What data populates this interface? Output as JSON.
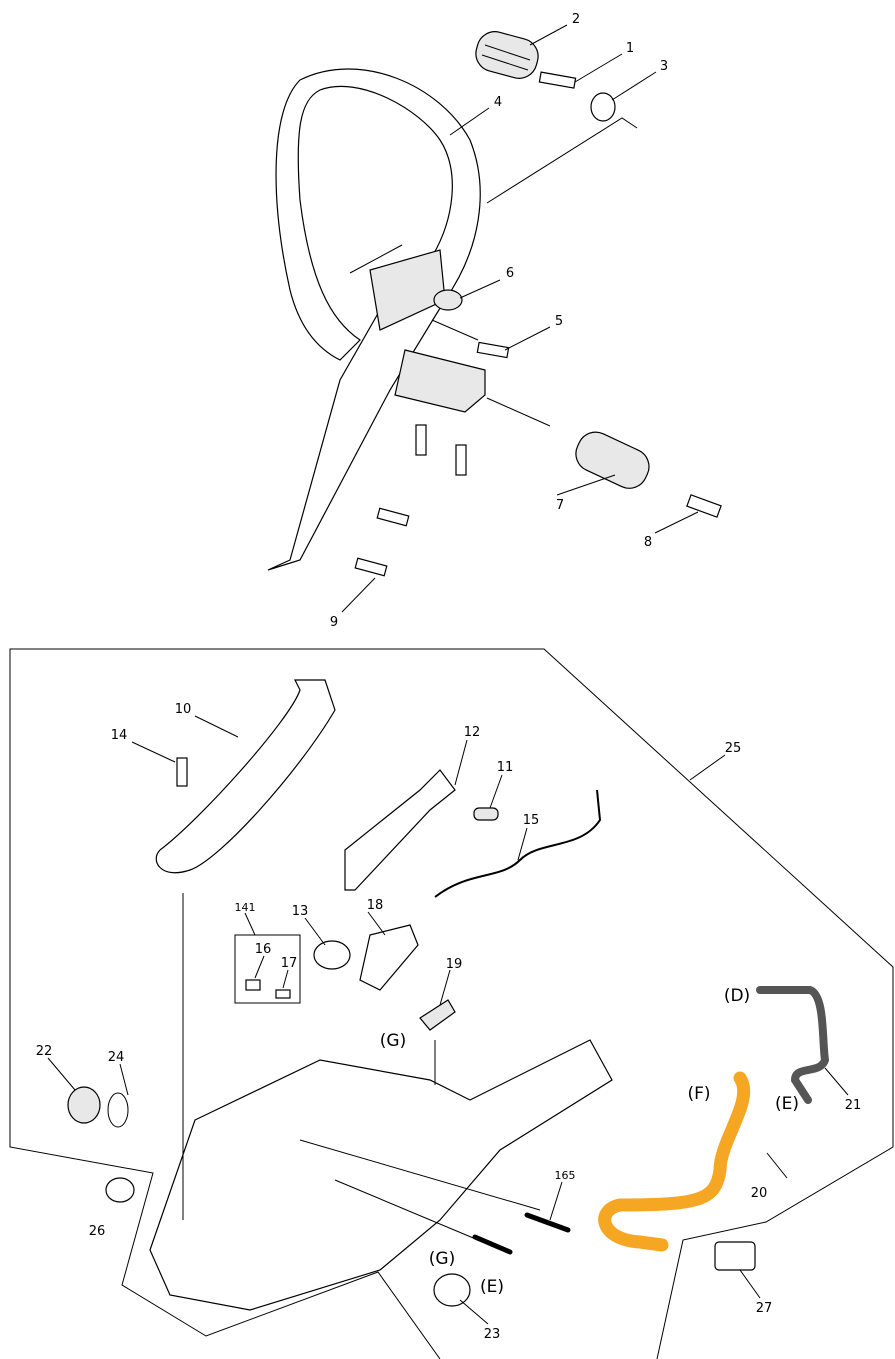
{
  "diagram": {
    "callouts": [
      "2",
      "1",
      "3",
      "4",
      "6",
      "5",
      "7",
      "8",
      "9",
      "10",
      "14",
      "12",
      "11",
      "25",
      "15",
      "141",
      "13",
      "18",
      "16",
      "17",
      "19",
      "(G)",
      "(D)",
      "(F)",
      "(E)",
      "21",
      "22",
      "24",
      "20",
      "165",
      "26",
      "(G)",
      "(E)",
      "23",
      "27"
    ],
    "colors": {
      "fuel_hose": "#f5a623",
      "vent_hose": "#555555",
      "line": "#000000"
    }
  }
}
